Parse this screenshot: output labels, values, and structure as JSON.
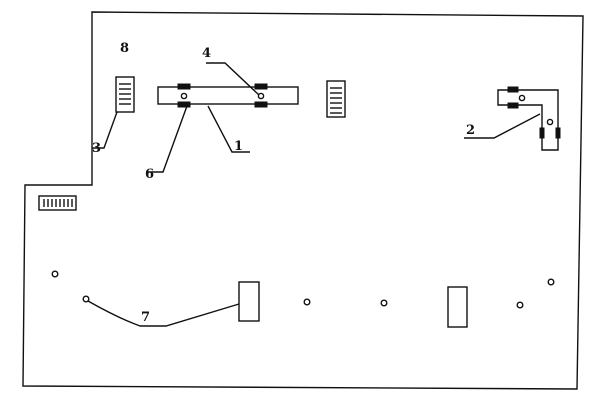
{
  "diagram": {
    "labels": {
      "l1": "1",
      "l2": "2",
      "l3": "3",
      "l4": "4",
      "l6": "6",
      "l7": "7",
      "l8": "8"
    }
  }
}
